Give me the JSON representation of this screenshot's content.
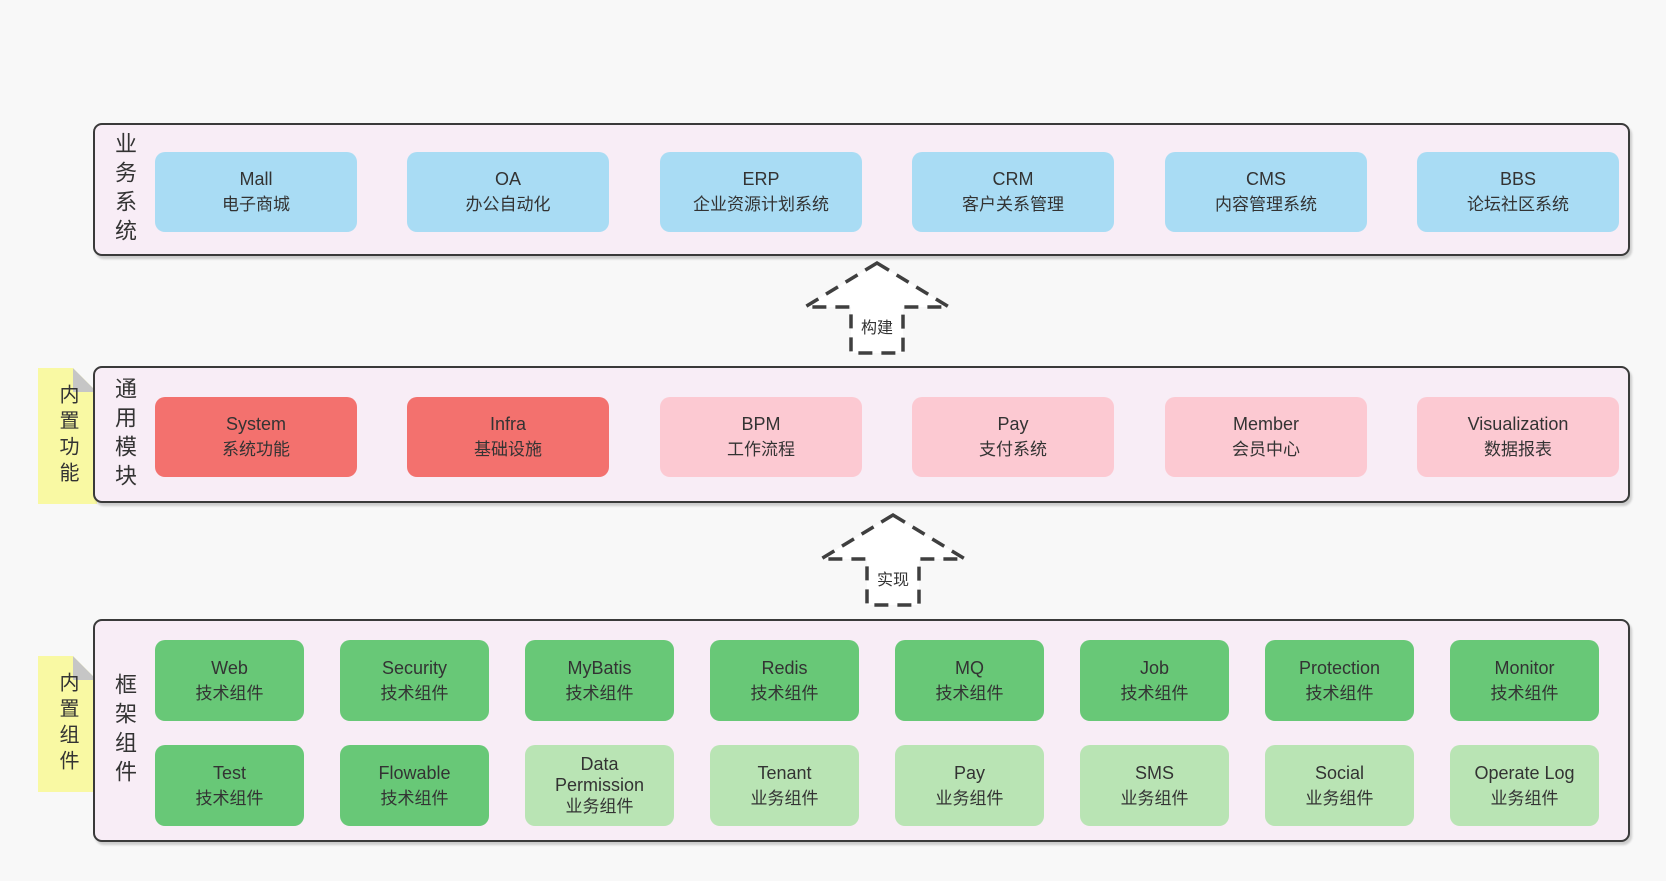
{
  "colors": {
    "page_background": "#f8f8f8",
    "band_background": "#f8edf6",
    "band_border": "#3a3a3a",
    "box_blue": "#a9dcf4",
    "box_red": "#f3716e",
    "box_pink": "#fcc9d2",
    "box_green": "#68c877",
    "box_green_light": "#b9e4b4",
    "sticky_yellow": "#f9f9a3",
    "sticky_fold_gray": "#c6c6c6",
    "text": "#333333"
  },
  "arrows": [
    {
      "label": "构建"
    },
    {
      "label": "实现"
    }
  ],
  "bands": [
    {
      "label": "业务系统",
      "boxes": [
        {
          "en": "Mall",
          "zh": "电子商城",
          "variant": "blue"
        },
        {
          "en": "OA",
          "zh": "办公自动化",
          "variant": "blue"
        },
        {
          "en": "ERP",
          "zh": "企业资源计划系统",
          "variant": "blue"
        },
        {
          "en": "CRM",
          "zh": "客户关系管理",
          "variant": "blue"
        },
        {
          "en": "CMS",
          "zh": "内容管理系统",
          "variant": "blue"
        },
        {
          "en": "BBS",
          "zh": "论坛社区系统",
          "variant": "blue"
        }
      ]
    },
    {
      "label": "通用模块",
      "sticky": "内置功能",
      "boxes": [
        {
          "en": "System",
          "zh": "系统功能",
          "variant": "red"
        },
        {
          "en": "Infra",
          "zh": "基础设施",
          "variant": "red"
        },
        {
          "en": "BPM",
          "zh": "工作流程",
          "variant": "pink"
        },
        {
          "en": "Pay",
          "zh": "支付系统",
          "variant": "pink"
        },
        {
          "en": "Member",
          "zh": "会员中心",
          "variant": "pink"
        },
        {
          "en": "Visualization",
          "zh": "数据报表",
          "variant": "pink"
        }
      ]
    },
    {
      "label": "框架组件",
      "sticky": "内置组件",
      "rows": [
        [
          {
            "en": "Web",
            "zh": "技术组件",
            "variant": "green"
          },
          {
            "en": "Security",
            "zh": "技术组件",
            "variant": "green"
          },
          {
            "en": "MyBatis",
            "zh": "技术组件",
            "variant": "green"
          },
          {
            "en": "Redis",
            "zh": "技术组件",
            "variant": "green"
          },
          {
            "en": "MQ",
            "zh": "技术组件",
            "variant": "green"
          },
          {
            "en": "Job",
            "zh": "技术组件",
            "variant": "green"
          },
          {
            "en": "Protection",
            "zh": "技术组件",
            "variant": "green"
          },
          {
            "en": "Monitor",
            "zh": "技术组件",
            "variant": "green"
          }
        ],
        [
          {
            "en": "Test",
            "zh": "技术组件",
            "variant": "green"
          },
          {
            "en": "Flowable",
            "zh": "技术组件",
            "variant": "green"
          },
          {
            "en": "Data Permission",
            "zh": "业务组件",
            "variant": "green-light"
          },
          {
            "en": "Tenant",
            "zh": "业务组件",
            "variant": "green-light"
          },
          {
            "en": "Pay",
            "zh": "业务组件",
            "variant": "green-light"
          },
          {
            "en": "SMS",
            "zh": "业务组件",
            "variant": "green-light"
          },
          {
            "en": "Social",
            "zh": "业务组件",
            "variant": "green-light"
          },
          {
            "en": "Operate Log",
            "zh": "业务组件",
            "variant": "green-light"
          }
        ]
      ]
    }
  ]
}
